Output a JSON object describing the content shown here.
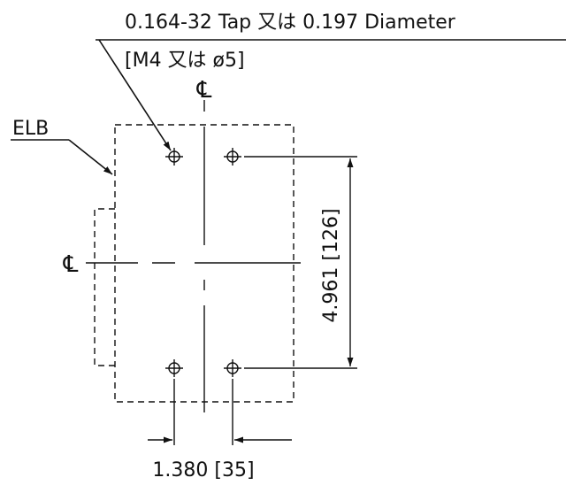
{
  "labels": {
    "tap_note": "0.164-32 Tap 又は 0.197 Diameter",
    "tap_note_metric": "[M4 又は ø5]",
    "centerline_vertical": "℄",
    "centerline_horizontal": "℄",
    "elb": "ELB",
    "vertical_dimension": "4.961 [126]",
    "horizontal_dimension": "1.380 [35]"
  },
  "colors": {
    "line": "#111111",
    "background": "#ffffff"
  }
}
